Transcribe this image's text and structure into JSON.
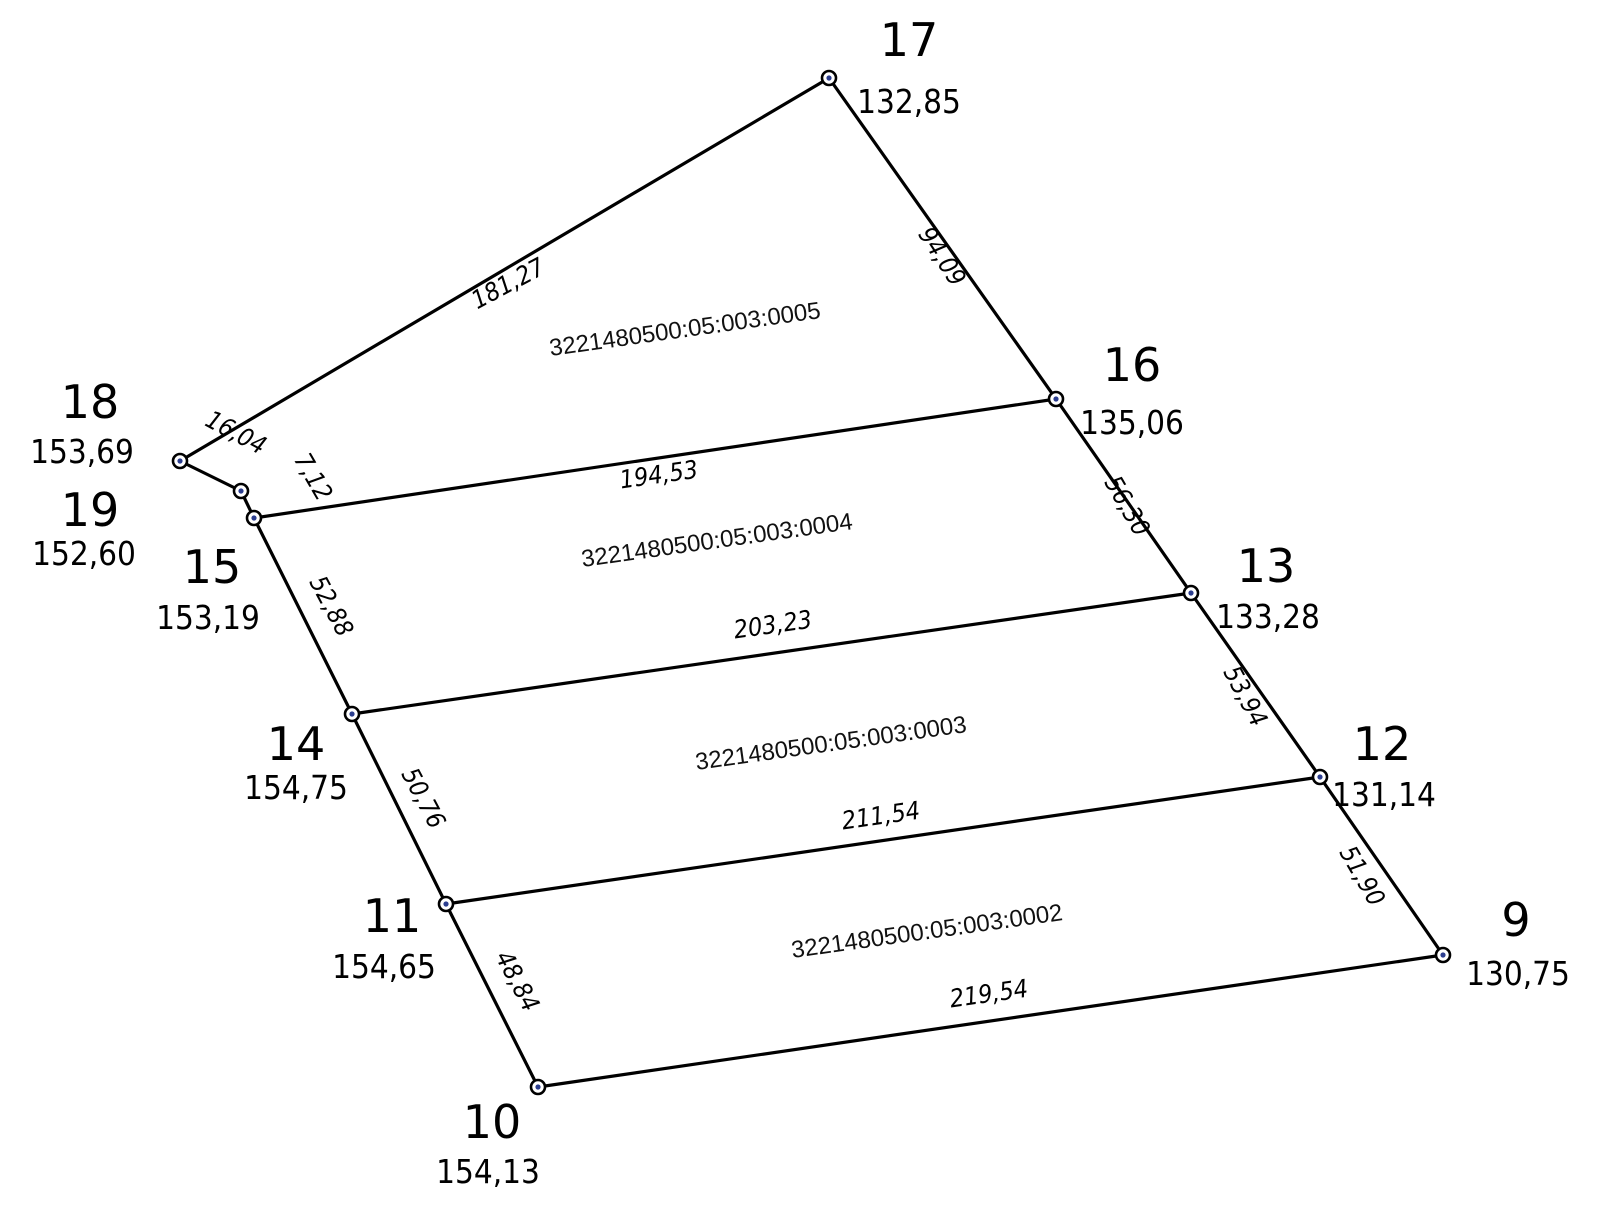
{
  "points": [
    {
      "id": "17",
      "number": "17",
      "elevation": "132,85"
    },
    {
      "id": "16",
      "number": "16",
      "elevation": "135,06"
    },
    {
      "id": "18",
      "number": "18",
      "elevation": "153,69"
    },
    {
      "id": "19",
      "number": "19",
      "elevation": "152,60"
    },
    {
      "id": "15",
      "number": "15",
      "elevation": "153,19"
    },
    {
      "id": "13",
      "number": "13",
      "elevation": "133,28"
    },
    {
      "id": "14",
      "number": "14",
      "elevation": "154,75"
    },
    {
      "id": "12",
      "number": "12",
      "elevation": "131,14"
    },
    {
      "id": "11",
      "number": "11",
      "elevation": "154,65"
    },
    {
      "id": "9",
      "number": "9",
      "elevation": "130,75"
    },
    {
      "id": "10",
      "number": "10",
      "elevation": "154,13"
    }
  ],
  "edges": [
    {
      "from": "18",
      "to": "17",
      "length": "181,27"
    },
    {
      "from": "17",
      "to": "16",
      "length": "94,09"
    },
    {
      "from": "18",
      "to": "19",
      "length": "16,04"
    },
    {
      "from": "19",
      "to": "15",
      "length": "7,12"
    },
    {
      "from": "15",
      "to": "16",
      "length": "194,53"
    },
    {
      "from": "16",
      "to": "13",
      "length": "56,30"
    },
    {
      "from": "15",
      "to": "14",
      "length": "52,88"
    },
    {
      "from": "14",
      "to": "13",
      "length": "203,23"
    },
    {
      "from": "13",
      "to": "12",
      "length": "53,94"
    },
    {
      "from": "14",
      "to": "11",
      "length": "50,76"
    },
    {
      "from": "11",
      "to": "12",
      "length": "211,54"
    },
    {
      "from": "12",
      "to": "9",
      "length": "51,90"
    },
    {
      "from": "11",
      "to": "10",
      "length": "48,84"
    },
    {
      "from": "10",
      "to": "9",
      "length": "219,54"
    }
  ],
  "parcels": [
    {
      "id": "0005",
      "cadastral_number": "3221480500:05:003:0005"
    },
    {
      "id": "0004",
      "cadastral_number": "3221480500:05:003:0004"
    },
    {
      "id": "0003",
      "cadastral_number": "3221480500:05:003:0003"
    },
    {
      "id": "0002",
      "cadastral_number": "3221480500:05:003:0002"
    }
  ],
  "colors": {
    "line": "#000000",
    "point_dot": "#2b3d8f",
    "background": "#ffffff"
  }
}
